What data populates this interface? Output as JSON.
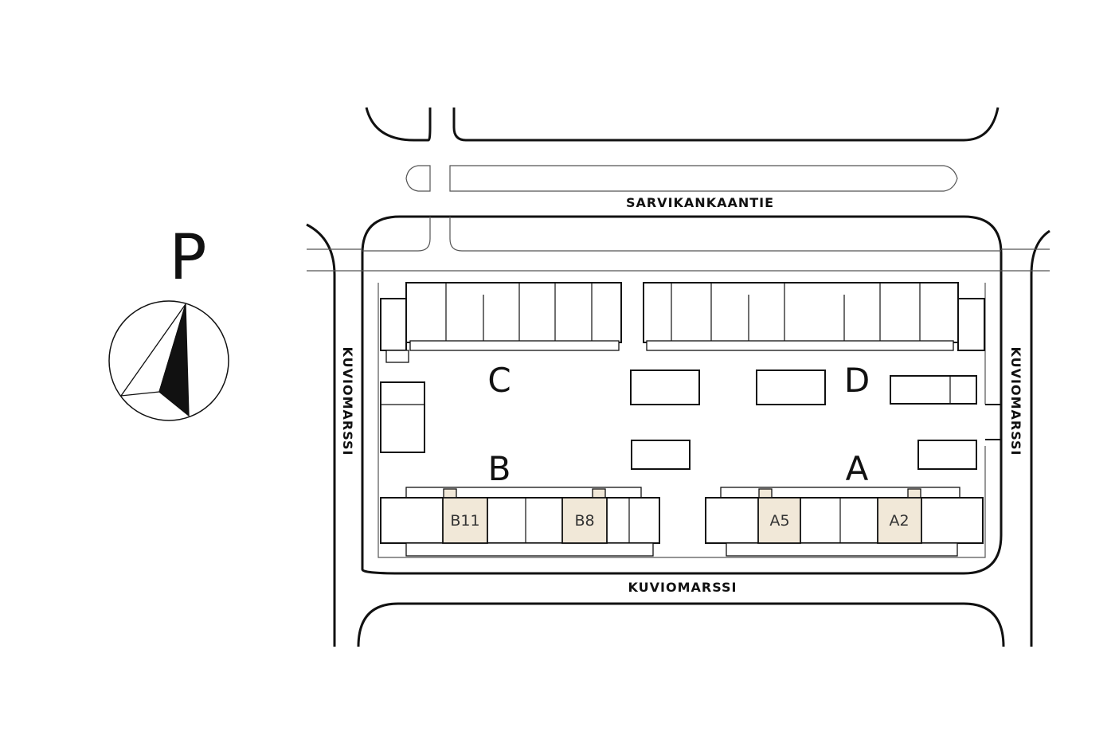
{
  "north_marker": {
    "label": "P"
  },
  "streets": {
    "top": "SARVIKANKAANTIE",
    "bottom": "KUVIOMARSSI",
    "left": "KUVIOMARSSI",
    "right": "KUVIOMARSSI"
  },
  "blocks": {
    "a": "A",
    "b": "B",
    "c": "C",
    "d": "D"
  },
  "units": [
    {
      "id": "B11",
      "label": "B11"
    },
    {
      "id": "B8",
      "label": "B8"
    },
    {
      "id": "A5",
      "label": "A5"
    },
    {
      "id": "A2",
      "label": "A2"
    }
  ],
  "colors": {
    "highlight": "#f1e8d8",
    "line": "#111111"
  }
}
